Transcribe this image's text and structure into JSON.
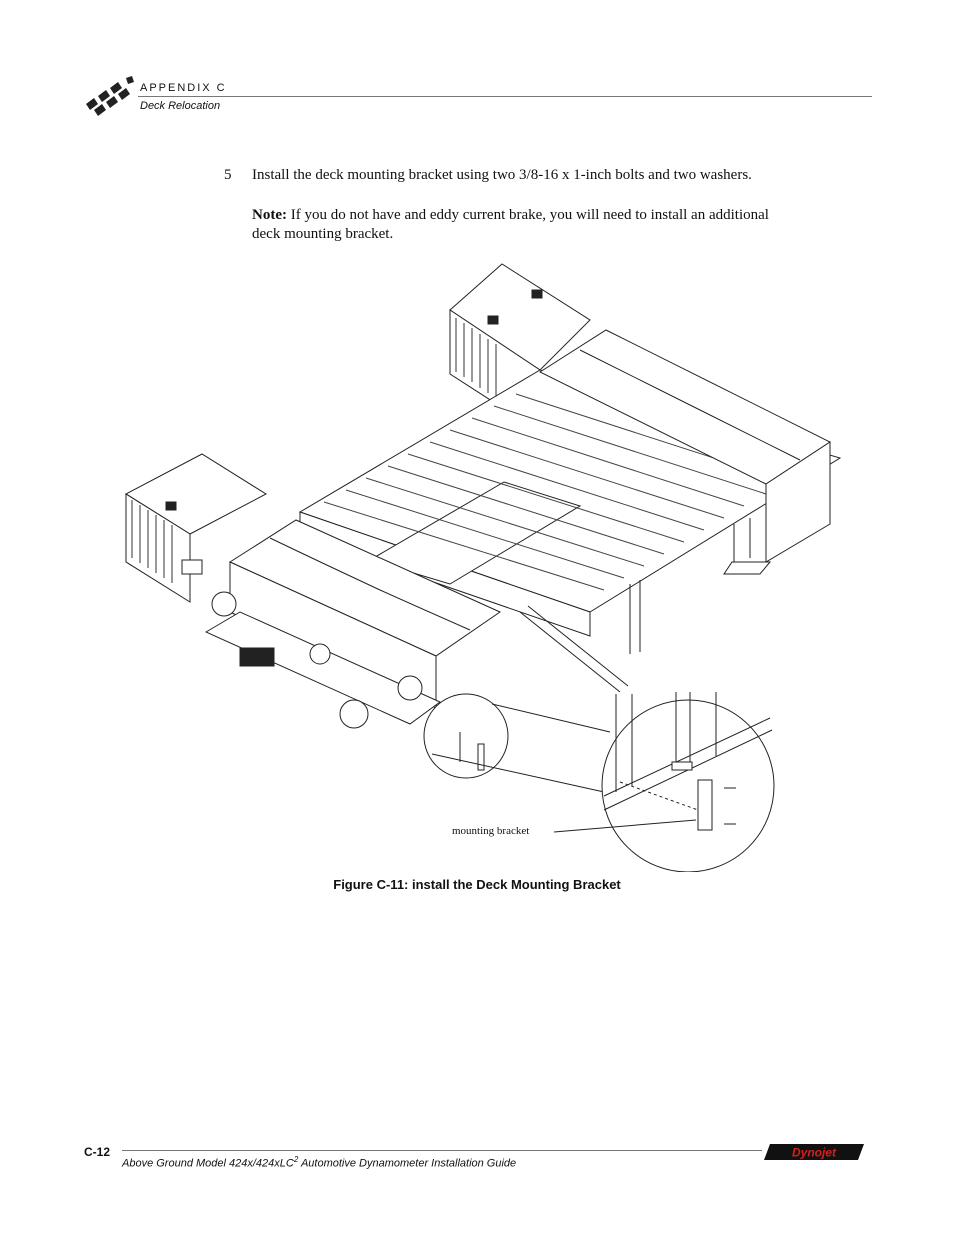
{
  "header": {
    "appendix": "APPENDIX C",
    "section": "Deck Relocation"
  },
  "step": {
    "number": "5",
    "text": "Install the deck mounting bracket using two 3/8-16 x 1-inch bolts and two washers."
  },
  "note": {
    "label": "Note:",
    "text": " If you do not have and eddy current brake, you will need to install an additional deck mounting bracket."
  },
  "figure": {
    "callout": "mounting bracket",
    "caption": "Figure C-11: install the Deck Mounting Bracket"
  },
  "footer": {
    "page": "C-12",
    "title": "Above Ground Model 424x/424xLC",
    "title_sup": "2",
    "title_rest": " Automotive Dynamometer Installation Guide",
    "logo_text": "Dynojet"
  }
}
